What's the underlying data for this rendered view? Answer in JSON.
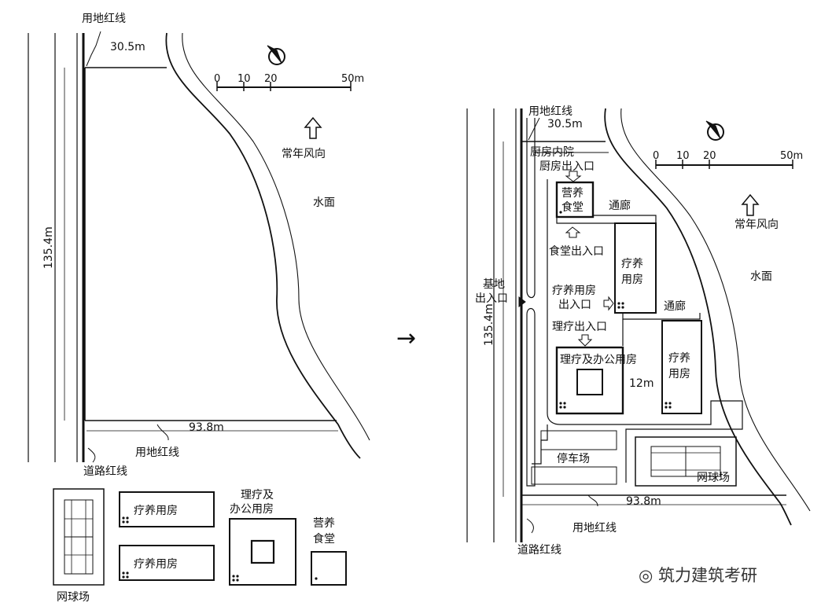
{
  "left": {
    "site_line_top": "用地红线",
    "width_top": "30.5m",
    "scale_ticks": [
      "0",
      "10",
      "20",
      "50m"
    ],
    "wind": "常年风向",
    "water": "水面",
    "length_side": "135.4m",
    "width_bottom": "93.8m",
    "site_line_bottom": "用地红线",
    "road_line": "道路红线"
  },
  "legend": {
    "tennis": "网球场",
    "ward1": "疗养用房",
    "ward2": "疗养用房",
    "therapy_line1": "理疗及",
    "therapy_line2": "办公用房",
    "canteen_line1": "营养",
    "canteen_line2": "食堂"
  },
  "arrow": "→",
  "right": {
    "site_line_top": "用地红线",
    "width_top": "30.5m",
    "kitchen_yard": "厨房内院",
    "kitchen_entry": "厨房出入口",
    "canteen_line1": "营养",
    "canteen_line2": "食堂",
    "corridor1": "通廊",
    "canteen_entry": "食堂出入口",
    "ward_upper_line1": "疗养",
    "ward_upper_line2": "用房",
    "site_entry_line1": "基地",
    "site_entry_line2": "出入口",
    "ward_entry_line1": "疗养用房",
    "ward_entry_line2": "出入口",
    "corridor2": "通廊",
    "therapy_entry": "理疗出入口",
    "therapy_building": "理疗及办公用房",
    "gap": "12m",
    "ward_lower_line1": "疗养",
    "ward_lower_line2": "用房",
    "parking": "停车场",
    "tennis": "网球场",
    "width_bottom": "93.8m",
    "site_line_bottom": "用地红线",
    "road_line": "道路红线",
    "length_side": "135.4m",
    "scale_ticks": [
      "0",
      "10",
      "20",
      "50m"
    ],
    "wind": "常年风向",
    "water": "水面"
  },
  "watermark": "筑力建筑考研"
}
